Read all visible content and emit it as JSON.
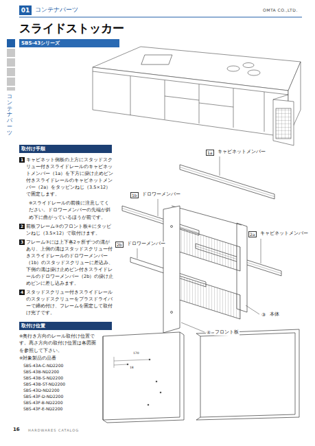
{
  "diagram": {
    "title": "スライドストッカー",
    "nodes": [
      {
        "text": [
          "01"
        ]
      },
      {
        "text": [
          "SBS-43シリーズ"
        ]
      },
      {
        "text": [
          "取付け手順"
        ]
      },
      {
        "text": [
          "1"
        ]
      },
      {
        "text": [
          "2"
        ]
      },
      {
        "text": [
          "3"
        ]
      },
      {
        "text": [
          "4"
        ]
      },
      {
        "text": [
          "取付け位置"
        ]
      }
    ],
    "edges": [],
    "labels": [
      "コンテナパーツ",
      "OMTA CO.,LTD.",
      "コンテナパーツ",
      "キャビネット側板の上方にスタッドスクリュー付きスライドレールのキャビネットメンバー（1a）を下方に掛け止めピン付きスライドレールのキャビネットメンバー（2a）をタッピンねじ（3.5×12）で固定します。",
      "※スライドレールの前後に注意してください。ドロワーメンバーの先端が斜め下に曲がっているほうが前です。",
      "前板フレーム③のフロント板④にタッピンねじ（3.5×12）で取付けます。",
      "フレーム③には上下各2ヶ所ずつの溝があり、上側の溝はスタッドスクリュー付きスライドレールのドロワーメンバー（1b）のスタッドスクリューに差込み、下側の溝は掛け止めピン付きスライドレールのドロワーメンバー（2b）の掛け止めピンに差し込みます。",
      "スタッドスクリュー付きスライドレールのスタッドスクリューをプラスドライバーで締め付け、フレームを固定して取付け完了です。",
      "1a",
      "キャビネットメンバー",
      "1b",
      "ドロワーメンバー",
      "2b",
      "ドロワーメンバー",
      "2a",
      "キャビネットメンバー",
      "③",
      "本体",
      "④",
      "フロント板",
      "※奥行き方向のレール取付け位置です。高さ方向の取付け位置は各図面を参照して下さい。",
      "※対象製品の品番",
      "SBS-43A-C-ND2200",
      "SBS-43B-ND2200",
      "SBS-43B-S-ND2200",
      "SBS-43B-ST-ND2200",
      "SBS-43D-ND2200",
      "SBS-43F-D-ND2200",
      "SBS-43F-B-ND2200",
      "SBS-43F-E-ND2200",
      "18",
      "170",
      "16",
      "HARDWARES CATALOG"
    ]
  }
}
